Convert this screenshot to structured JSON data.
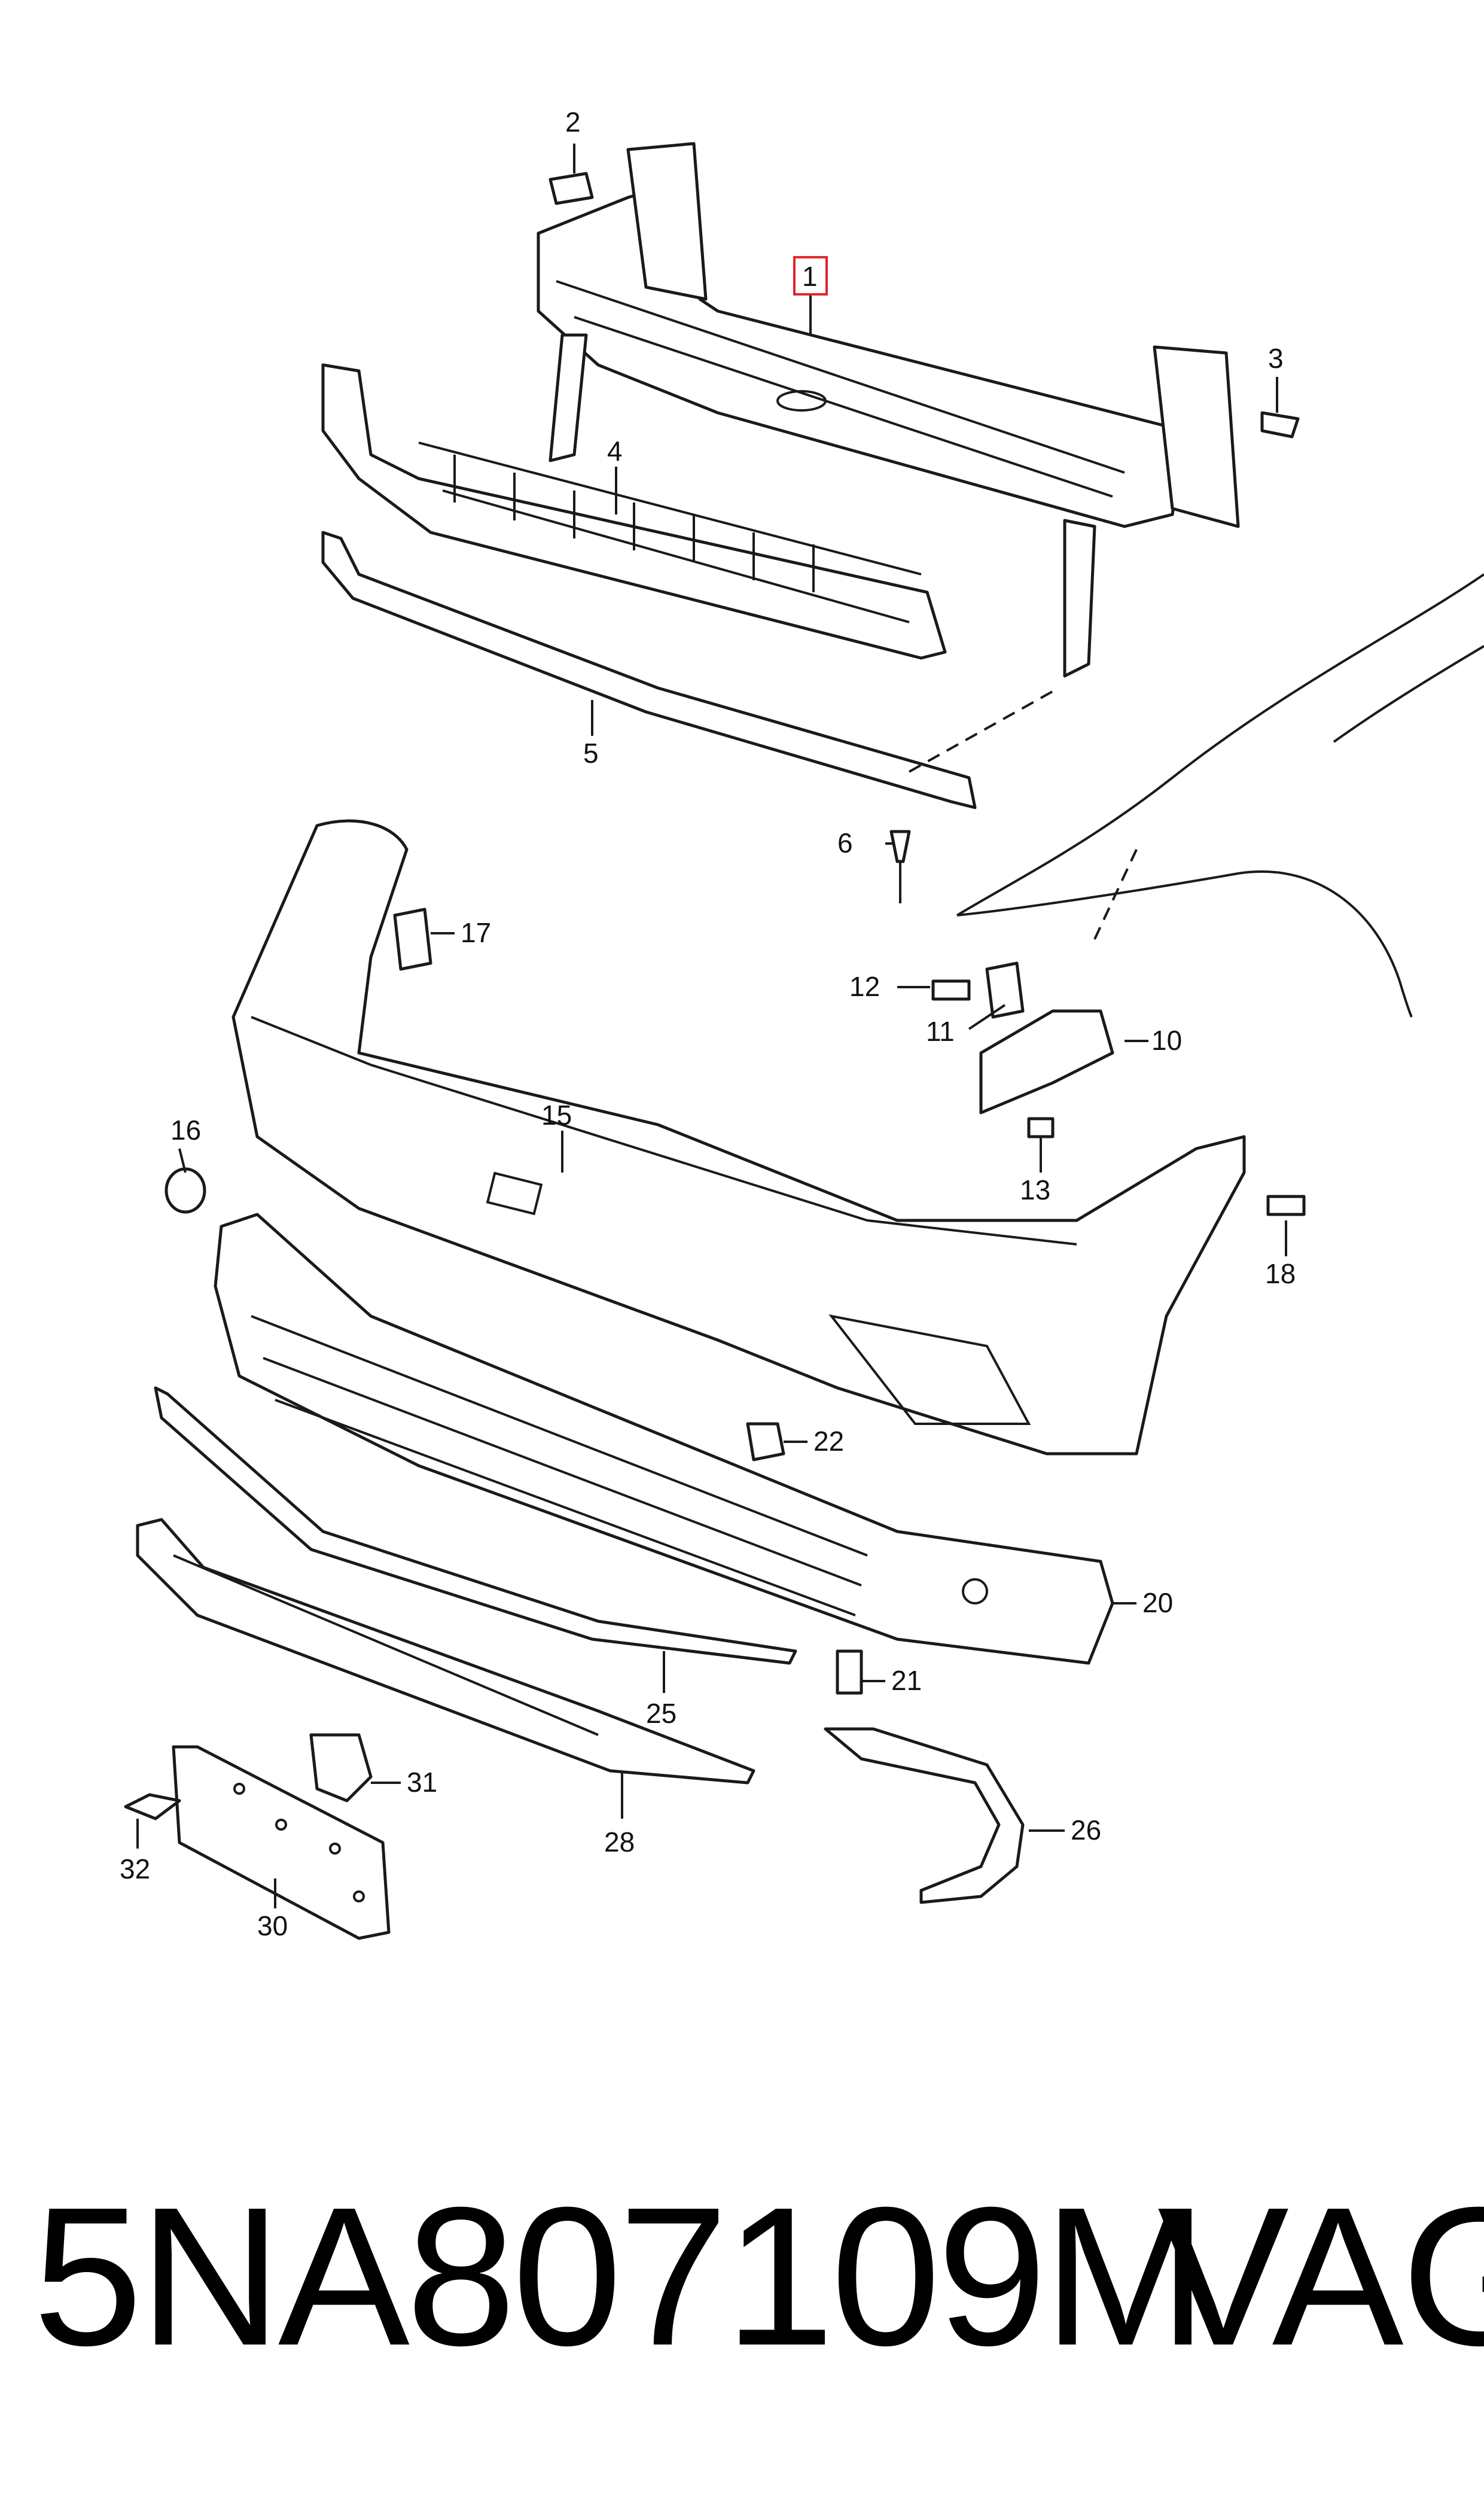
{
  "diagram": {
    "callouts": [
      "1",
      "2",
      "3",
      "4",
      "5",
      "6",
      "10",
      "11",
      "12",
      "13",
      "15",
      "16",
      "17",
      "18",
      "20",
      "21",
      "22",
      "25",
      "26",
      "28",
      "30",
      "31",
      "32"
    ],
    "highlighted_callout": "1",
    "colors": {
      "line": "#1a1a1a",
      "highlight": "#e0262d",
      "background": "#ffffff"
    }
  },
  "footer": {
    "part_number": "5NA807109M",
    "brand": "VAG"
  }
}
